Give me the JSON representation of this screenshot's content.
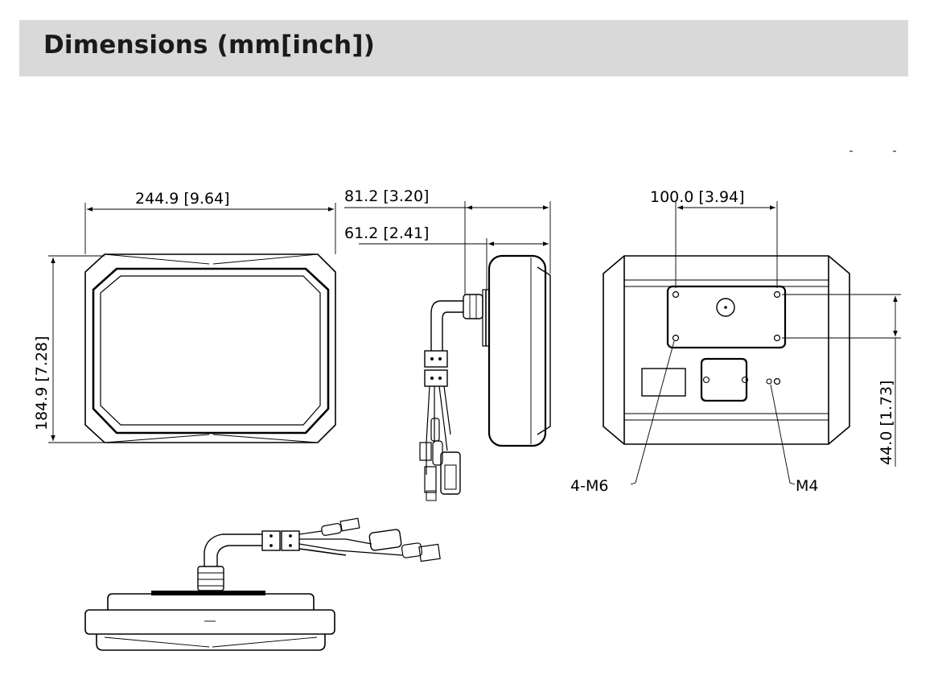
{
  "header": {
    "title": "Dimensions (mm[inch])"
  },
  "dimensions": {
    "front_width": "244.9 [9.64]",
    "front_height": "184.9 [7.28]",
    "side_total_depth": "81.2 [3.20]",
    "side_body_depth": "61.2 [2.41]",
    "back_hole_spacing_horizontal": "100.0 [3.94]",
    "back_hole_spacing_vertical": "44.0 [1.73]"
  },
  "callouts": {
    "mount_holes": "4-M6",
    "ground_screw": "M4"
  },
  "colors": {
    "header_background": "#d9d9d9",
    "line": "#000000"
  }
}
